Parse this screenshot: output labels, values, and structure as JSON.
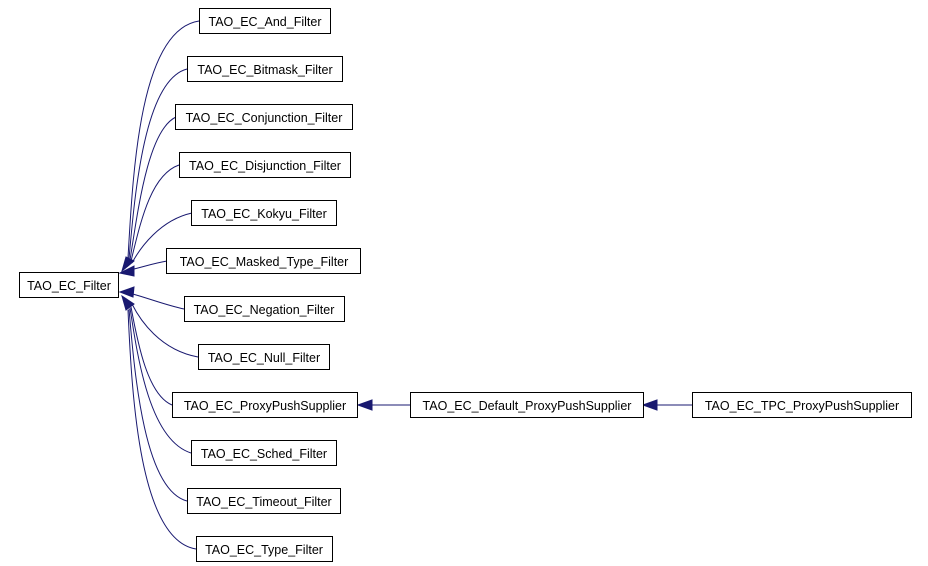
{
  "diagram": {
    "edge_color": "#191970",
    "root": "TAO_EC_Filter",
    "nodes": {
      "filter": "TAO_EC_Filter",
      "and_filter": "TAO_EC_And_Filter",
      "bitmask_filter": "TAO_EC_Bitmask_Filter",
      "conjunction_filter": "TAO_EC_Conjunction_Filter",
      "disjunction_filter": "TAO_EC_Disjunction_Filter",
      "kokyu_filter": "TAO_EC_Kokyu_Filter",
      "masked_type_filter": "TAO_EC_Masked_Type_Filter",
      "negation_filter": "TAO_EC_Negation_Filter",
      "null_filter": "TAO_EC_Null_Filter",
      "proxy_push_supplier": "TAO_EC_ProxyPushSupplier",
      "sched_filter": "TAO_EC_Sched_Filter",
      "timeout_filter": "TAO_EC_Timeout_Filter",
      "type_filter": "TAO_EC_Type_Filter",
      "default_proxy_push_supplier": "TAO_EC_Default_ProxyPushSupplier",
      "tpc_proxy_push_supplier": "TAO_EC_TPC_ProxyPushSupplier"
    },
    "edges": [
      {
        "from": "and_filter",
        "to": "filter"
      },
      {
        "from": "bitmask_filter",
        "to": "filter"
      },
      {
        "from": "conjunction_filter",
        "to": "filter"
      },
      {
        "from": "disjunction_filter",
        "to": "filter"
      },
      {
        "from": "kokyu_filter",
        "to": "filter"
      },
      {
        "from": "masked_type_filter",
        "to": "filter"
      },
      {
        "from": "negation_filter",
        "to": "filter"
      },
      {
        "from": "null_filter",
        "to": "filter"
      },
      {
        "from": "proxy_push_supplier",
        "to": "filter"
      },
      {
        "from": "sched_filter",
        "to": "filter"
      },
      {
        "from": "timeout_filter",
        "to": "filter"
      },
      {
        "from": "type_filter",
        "to": "filter"
      },
      {
        "from": "default_proxy_push_supplier",
        "to": "proxy_push_supplier"
      },
      {
        "from": "tpc_proxy_push_supplier",
        "to": "default_proxy_push_supplier"
      }
    ]
  }
}
